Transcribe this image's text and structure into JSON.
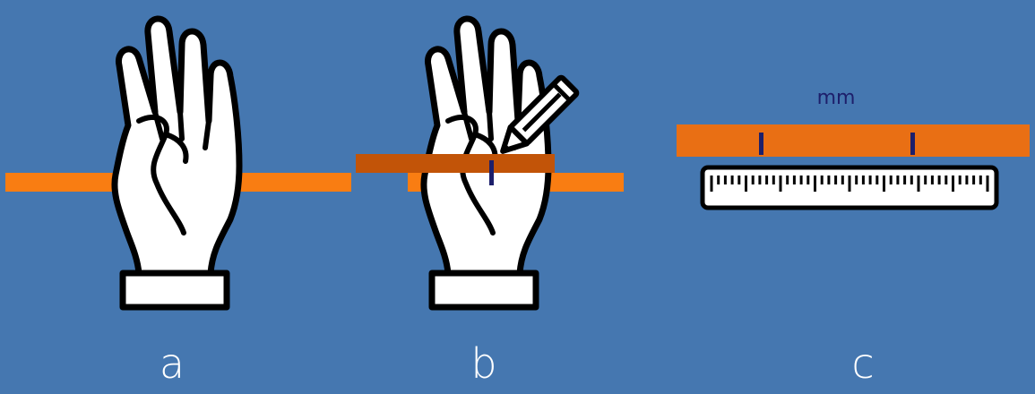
{
  "panels": [
    {
      "label": "a"
    },
    {
      "label": "b"
    },
    {
      "label": "c",
      "unit": "mm"
    }
  ],
  "colors": {
    "background": "#4577b0",
    "strip_front": "#f97d12",
    "strip_back": "#c25408",
    "mark": "#1d1f6b",
    "outline": "#000000",
    "hand_fill": "#ffffff"
  },
  "icons": [
    "hand-icon",
    "pencil-icon",
    "ruler-icon"
  ]
}
